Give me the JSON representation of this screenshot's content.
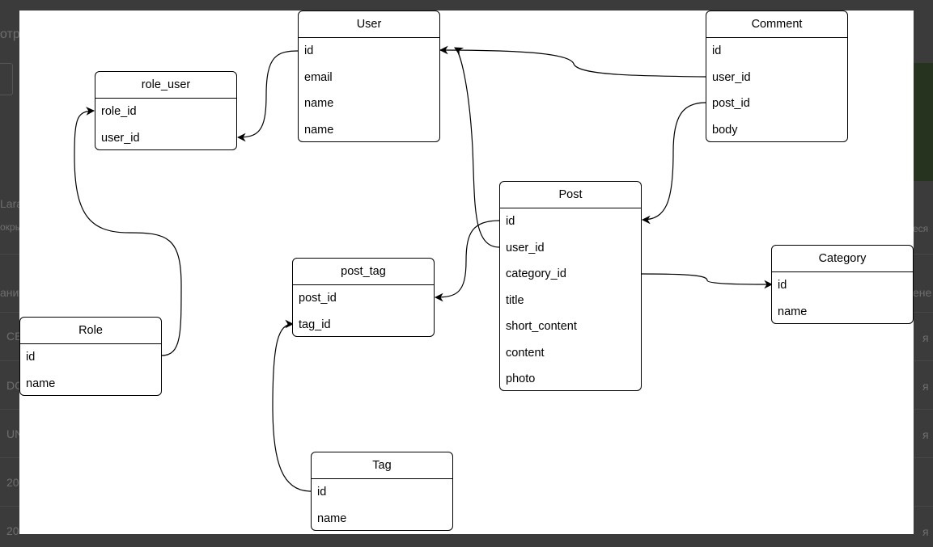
{
  "background_page": {
    "texts": [
      "отре",
      "Lara",
      "окры",
      "ани",
      "CE",
      "DC",
      "UN",
      "20",
      "20",
      "еся",
      "ене",
      "я",
      "я",
      "я",
      "я"
    ]
  },
  "diagram": {
    "entities": {
      "user": {
        "title": "User",
        "fields": [
          "id",
          "email",
          "name",
          "name"
        ]
      },
      "comment": {
        "title": "Comment",
        "fields": [
          "id",
          "user_id",
          "post_id",
          "body"
        ]
      },
      "role_user": {
        "title": "role_user",
        "fields": [
          "role_id",
          "user_id"
        ]
      },
      "post": {
        "title": "Post",
        "fields": [
          "id",
          "user_id",
          "category_id",
          "title",
          "short_content",
          "content",
          "photo"
        ]
      },
      "category": {
        "title": "Category",
        "fields": [
          "id",
          "name"
        ]
      },
      "post_tag": {
        "title": "post_tag",
        "fields": [
          "post_id",
          "tag_id"
        ]
      },
      "role": {
        "title": "Role",
        "fields": [
          "id",
          "name"
        ]
      },
      "tag": {
        "title": "Tag",
        "fields": [
          "id",
          "name"
        ]
      }
    },
    "relations": [
      {
        "from": "comment.user_id",
        "to": "user.id"
      },
      {
        "from": "post.user_id",
        "to": "user.id"
      },
      {
        "from": "comment.post_id",
        "to": "post.id"
      },
      {
        "from": "user.id",
        "to": "role_user.user_id"
      },
      {
        "from": "role.id",
        "to": "role_user.role_id"
      },
      {
        "from": "post.id",
        "to": "post_tag.post_id"
      },
      {
        "from": "tag.id",
        "to": "post_tag.tag_id"
      },
      {
        "from": "post.category_id",
        "to": "category.id"
      }
    ]
  }
}
